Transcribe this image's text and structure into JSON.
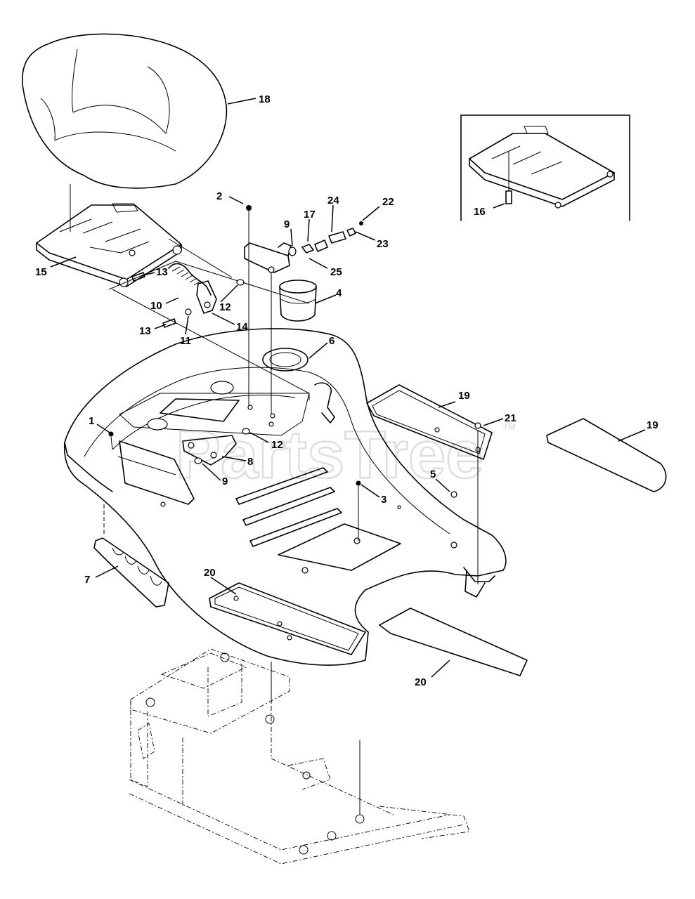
{
  "watermark": {
    "text": "PartsTree",
    "mark": "TM"
  },
  "callouts": [
    {
      "id": "c18",
      "label": "18"
    },
    {
      "id": "c16",
      "label": "16"
    },
    {
      "id": "c2",
      "label": "2"
    },
    {
      "id": "c9a",
      "label": "9"
    },
    {
      "id": "c17",
      "label": "17"
    },
    {
      "id": "c24",
      "label": "24"
    },
    {
      "id": "c22",
      "label": "22"
    },
    {
      "id": "c23",
      "label": "23"
    },
    {
      "id": "c25",
      "label": "25"
    },
    {
      "id": "c15",
      "label": "15"
    },
    {
      "id": "c13a",
      "label": "13"
    },
    {
      "id": "c10",
      "label": "10"
    },
    {
      "id": "c12a",
      "label": "12"
    },
    {
      "id": "c4",
      "label": "4"
    },
    {
      "id": "c13b",
      "label": "13"
    },
    {
      "id": "c11",
      "label": "11"
    },
    {
      "id": "c14",
      "label": "14"
    },
    {
      "id": "c6",
      "label": "6"
    },
    {
      "id": "c19a",
      "label": "19"
    },
    {
      "id": "c21",
      "label": "21"
    },
    {
      "id": "c19b",
      "label": "19"
    },
    {
      "id": "c1",
      "label": "1"
    },
    {
      "id": "c12b",
      "label": "12"
    },
    {
      "id": "c8",
      "label": "8"
    },
    {
      "id": "c9b",
      "label": "9"
    },
    {
      "id": "c5",
      "label": "5"
    },
    {
      "id": "c3",
      "label": "3"
    },
    {
      "id": "c7",
      "label": "7"
    },
    {
      "id": "c20a",
      "label": "20"
    },
    {
      "id": "c20b",
      "label": "20"
    }
  ]
}
